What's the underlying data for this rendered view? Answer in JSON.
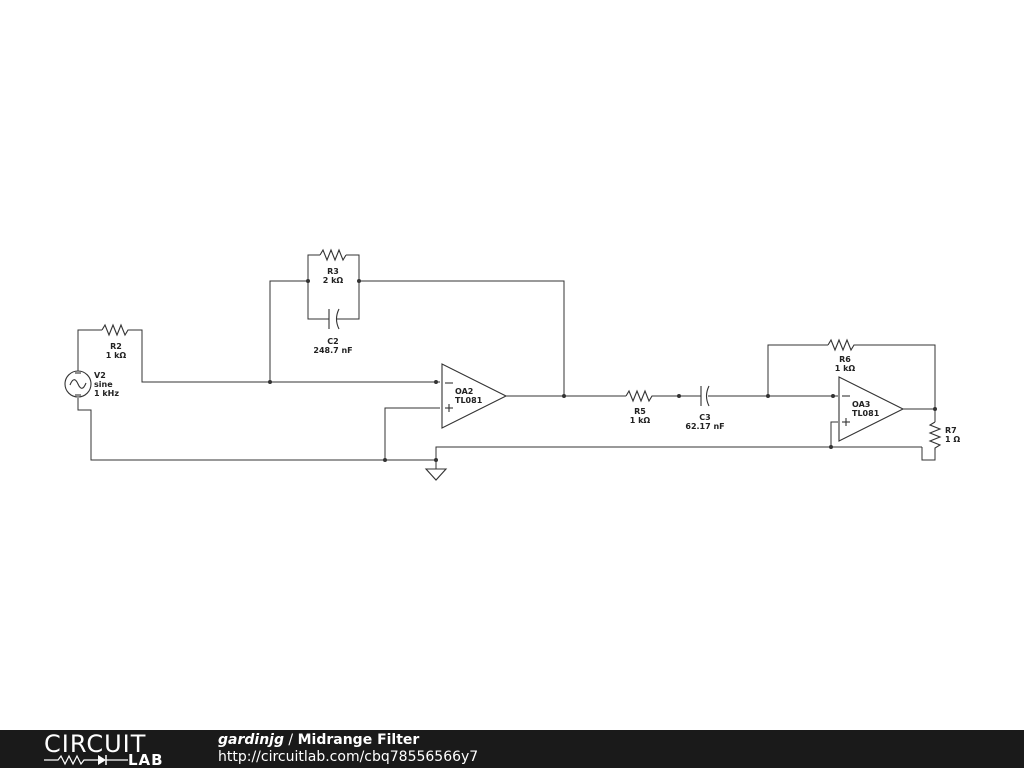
{
  "components": {
    "v2": {
      "name": "V2",
      "type": "sine",
      "value": "1 kHz"
    },
    "r2": {
      "name": "R2",
      "value": "1 kΩ"
    },
    "r3": {
      "name": "R3",
      "value": "2 kΩ"
    },
    "c2": {
      "name": "C2",
      "value": "248.7 nF"
    },
    "oa2": {
      "name": "OA2",
      "model": "TL081"
    },
    "r5": {
      "name": "R5",
      "value": "1 kΩ"
    },
    "c3": {
      "name": "C3",
      "value": "62.17 nF"
    },
    "r6": {
      "name": "R6",
      "value": "1 kΩ"
    },
    "oa3": {
      "name": "OA3",
      "model": "TL081"
    },
    "r7": {
      "name": "R7",
      "value": "1 Ω"
    }
  },
  "footer": {
    "logo_top": "CIRCUIT",
    "logo_bottom": "LAB",
    "author": "gardinjg",
    "separator": " / ",
    "title": "Midrange Filter",
    "url": "http://circuitlab.com/cbq78556566y7"
  }
}
